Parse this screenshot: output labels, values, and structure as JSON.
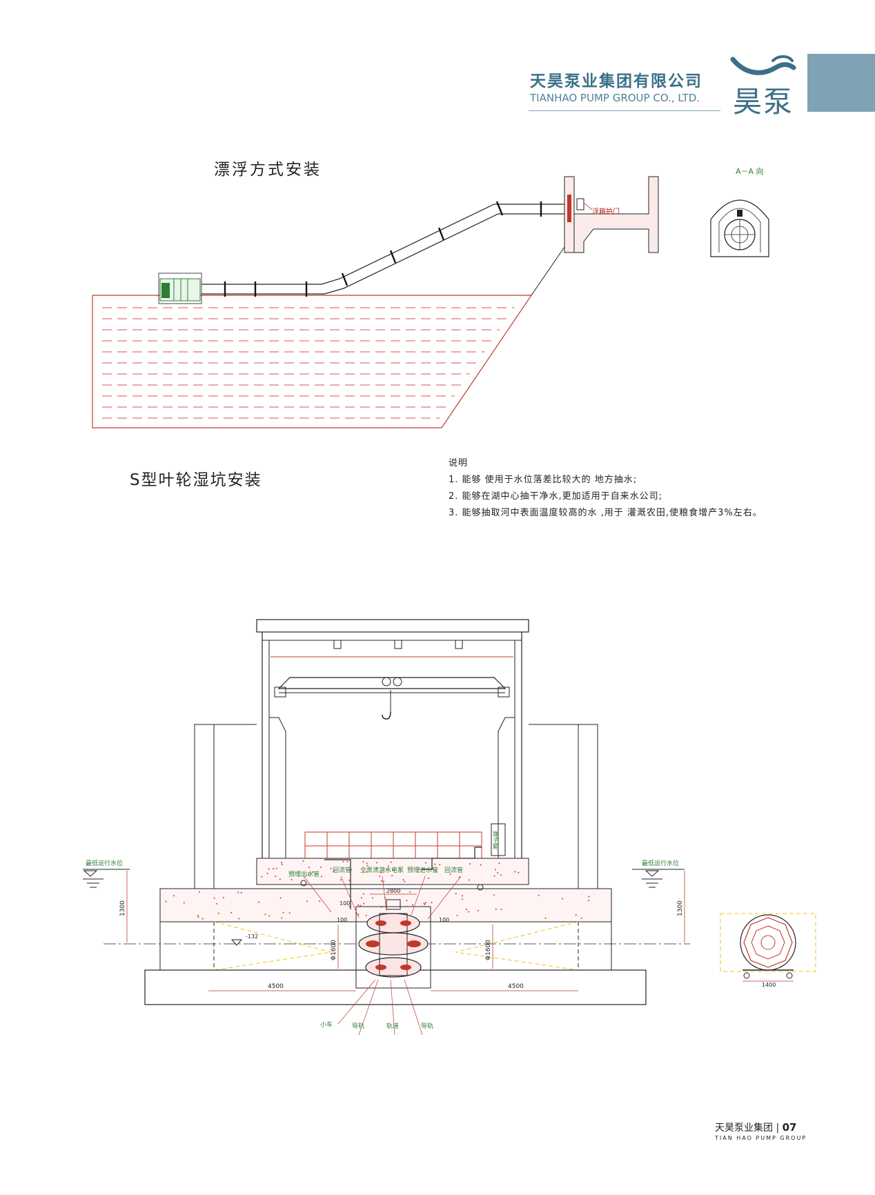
{
  "header": {
    "company_cn": "天昊泵业集团有限公司",
    "company_en": "TIANHAO PUMP GROUP CO., LTD.",
    "brand_chars": "昊泵"
  },
  "sections": {
    "floating_title": "漂浮方式安装",
    "wet_pit_title": "S型叶轮湿坑安装"
  },
  "floating_diagram": {
    "view_label": "A－A 向",
    "flap_gate_label": "浮箱拍门"
  },
  "notes": {
    "heading": "说明",
    "items": [
      "1. 能够 使用于水位落差比较大的 地方抽水;",
      "2. 能够在湖中心抽干净水,更加适用于自来水公司;",
      "3. 能够抽取河中表面温度较高的水 ,用于 灌溉农田,使粮食增产3%左右。"
    ]
  },
  "pit_diagram": {
    "min_level_left": "最低运行水位",
    "min_level_right": "最低运行水位",
    "labels": {
      "outlet_pipe": "预埋出水管",
      "return_pipe_left": "回流管",
      "pump": "全贯流潜水电泵",
      "inlet_pipe": "预埋进水管",
      "return_pipe_right": "回流管",
      "junction_box": "端子箱",
      "cart": "小车",
      "guide_rail_left": "导轨",
      "track": "轨道",
      "guide_rail_right": "导轨"
    },
    "dims": {
      "d2800": "2800",
      "d100a": "100",
      "d100b": "100",
      "d100c": "100",
      "d1300_left": "1300",
      "d1300_right": "1300",
      "dia_left": "Φ1600",
      "dia_right": "Φ1600",
      "d4500_left": "4500",
      "d4500_right": "4500",
      "level": "-132",
      "d1400": "1400"
    }
  },
  "footer": {
    "cn": "天昊泵业集团",
    "page": "07",
    "en": "TIAN HAO PUMP GROUP"
  }
}
